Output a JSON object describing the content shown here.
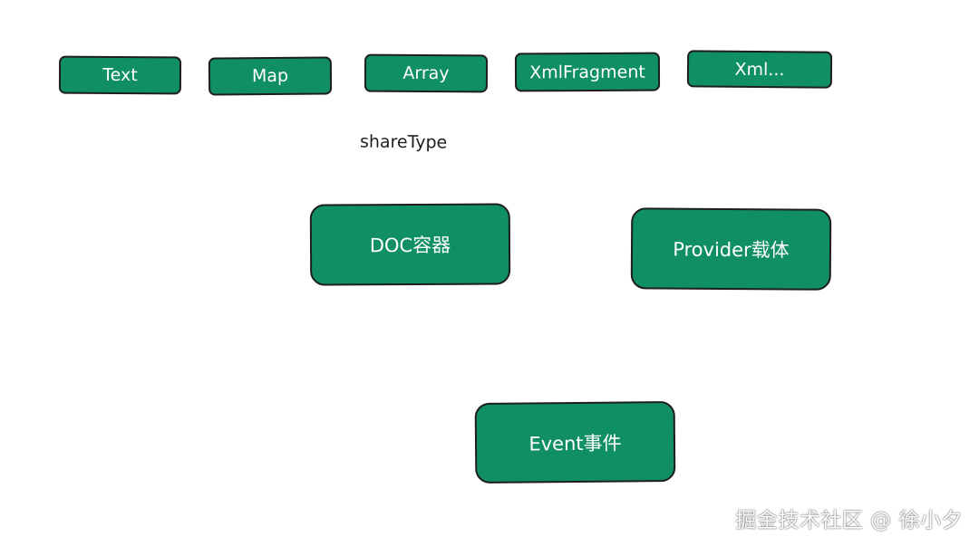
{
  "share_types": {
    "label": "shareType",
    "items": [
      {
        "label": "Text"
      },
      {
        "label": "Map"
      },
      {
        "label": "Array"
      },
      {
        "label": "XmlFragment"
      },
      {
        "label": "Xml..."
      }
    ]
  },
  "nodes": {
    "doc": "DOC容器",
    "provider": "Provider载体",
    "event": "Event事件"
  },
  "watermark": "掘金技术社区 @ 徐小夕",
  "colors": {
    "box_fill": "#0f8f63",
    "box_stroke": "#1e1e1e",
    "text": "#ffffff"
  }
}
